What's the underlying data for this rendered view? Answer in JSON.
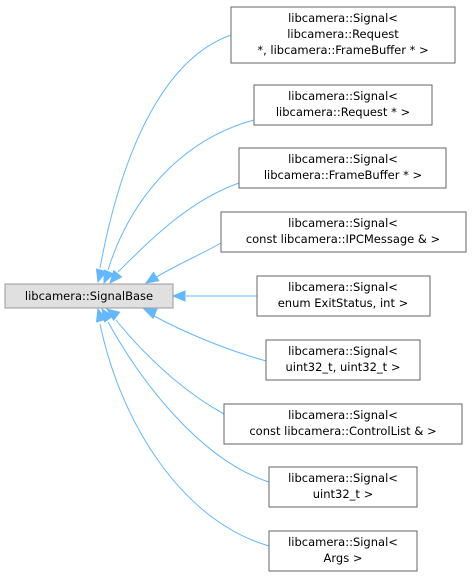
{
  "diagram": {
    "base_class": "libcamera::SignalBase",
    "derived": [
      {
        "lines": [
          "libcamera::Signal<",
          "libcamera::Request",
          "*, libcamera::FrameBuffer * >"
        ]
      },
      {
        "lines": [
          "libcamera::Signal<",
          "libcamera::Request * >"
        ]
      },
      {
        "lines": [
          "libcamera::Signal<",
          "libcamera::FrameBuffer * >"
        ]
      },
      {
        "lines": [
          "libcamera::Signal<",
          "const libcamera::IPCMessage & >"
        ]
      },
      {
        "lines": [
          "libcamera::Signal<",
          "enum ExitStatus, int >"
        ]
      },
      {
        "lines": [
          "libcamera::Signal<",
          "uint32_t, uint32_t >"
        ]
      },
      {
        "lines": [
          "libcamera::Signal<",
          "const libcamera::ControlList & >"
        ]
      },
      {
        "lines": [
          "libcamera::Signal<",
          "uint32_t >"
        ]
      },
      {
        "lines": [
          "libcamera::Signal<",
          "Args >"
        ]
      }
    ],
    "colors": {
      "edge": "#63b8ff",
      "base_fill": "#e0e0e0",
      "node_border": "#666666"
    }
  }
}
